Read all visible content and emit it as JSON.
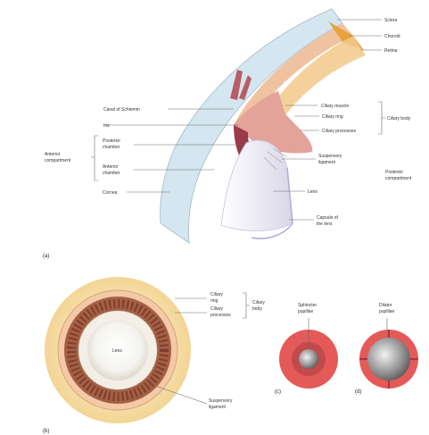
{
  "panel_letters": {
    "a": "(a)",
    "b": "(b)",
    "c": "(c)",
    "d": "(d)"
  },
  "labels_a": {
    "sclera": "Sclera",
    "choroid": "Choroid",
    "retina": "Retina",
    "canal": "Canal of Schlemm",
    "iris": "Iris",
    "anterior_segment_1": "Anterior",
    "anterior_segment_2": "compartment",
    "posterior_chamber_1": "Posterior",
    "posterior_chamber_2": "chamber",
    "anterior_chamber_1": "Anterior",
    "anterior_chamber_2": "chamber",
    "cornea": "Cornea",
    "ciliary_muscle": "Ciliary muscle",
    "ciliary_ring": "Ciliary ring",
    "ciliary_processes": "Ciliary processes",
    "ciliary_body": "Ciliary body",
    "suspensory_1": "Suspensory",
    "suspensory_2": "ligament",
    "posterior_segment_1": "Posterior",
    "posterior_segment_2": "compartment",
    "lens": "Lens",
    "capsule_1": "Capsule of",
    "capsule_2": "the lens"
  },
  "labels_b": {
    "ciliary_ring_1": "Ciliary",
    "ciliary_ring_2": "ring",
    "ciliary_processes_1": "Ciliary",
    "ciliary_processes_2": "processes",
    "ciliary_body_1": "Ciliary",
    "ciliary_body_2": "body",
    "lens": "Lens",
    "suspensory_1": "Suspensory",
    "suspensory_2": "ligament"
  },
  "labels_c": {
    "sphincter_1": "Sphincter",
    "sphincter_2": "pupillae"
  },
  "labels_d": {
    "dilator_1": "Dilator",
    "dilator_2": "pupillae"
  },
  "colors": {
    "cornea": "#d4e6ef",
    "sclera": "#e6eef3",
    "choroid": "#e8a23c",
    "retina": "#f2c98a",
    "iris": "#9a3a4a",
    "ciliary": "#e3a39a",
    "lens": "#eeedf5",
    "process_ring": "#a45f44",
    "outer_ring": "#f3d494",
    "pupil_outer": "#e35a58"
  }
}
